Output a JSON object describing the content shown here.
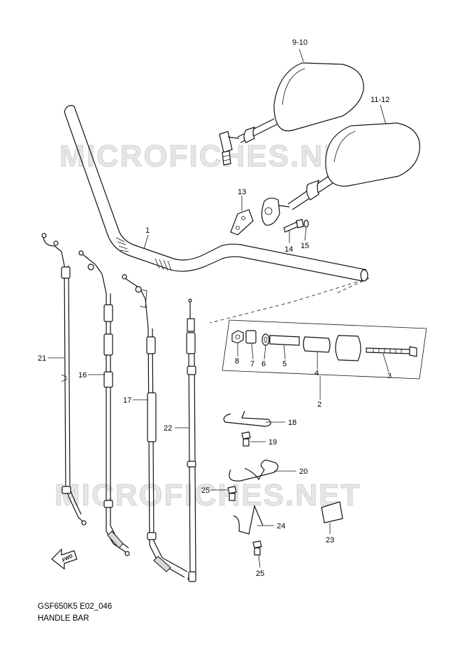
{
  "watermark": {
    "top": "MICROFICHES.NET",
    "bottom": "MICROFICHES.NET"
  },
  "callouts": {
    "c1": "1",
    "c2": "2",
    "c3": "3",
    "c4": "4",
    "c5": "5",
    "c6": "6",
    "c7": "7",
    "c8": "8",
    "c9_10": "9-10",
    "c11_12": "11-12",
    "c13": "13",
    "c14": "14",
    "c15": "15",
    "c16": "16",
    "c17": "17",
    "c18": "18",
    "c19": "19",
    "c20": "20",
    "c21": "21",
    "c22": "22",
    "c23": "23",
    "c24": "24",
    "c25a": "25",
    "c25b": "25"
  },
  "fwd_label": "FWD",
  "footer": {
    "code": "GSF650K5 E02_046",
    "title": "HANDLE BAR"
  }
}
